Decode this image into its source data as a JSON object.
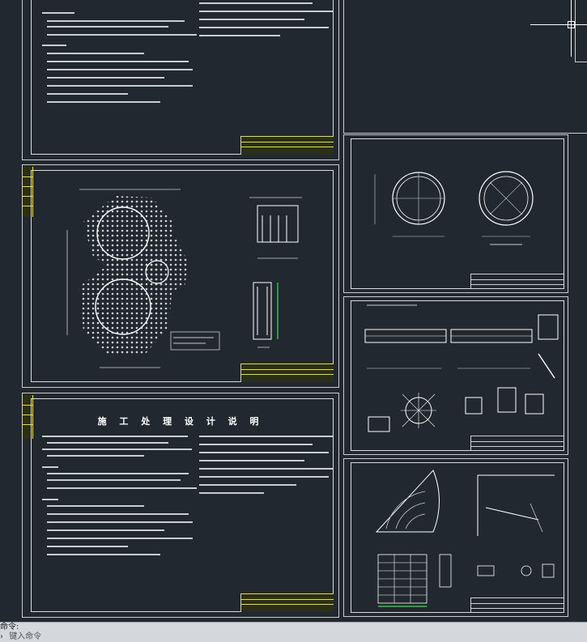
{
  "sheets": {
    "notes_title": "施 工 处 理 设 计 说 明"
  },
  "command_line": {
    "history": "命令:",
    "prompt": "键入命令"
  },
  "colors": {
    "background": "#212830",
    "titleblock": "#e8e030",
    "linework": "#ffffff",
    "dimension": "#2ecc40"
  },
  "icons": {
    "crosshair": "crosshair-cursor-icon"
  }
}
